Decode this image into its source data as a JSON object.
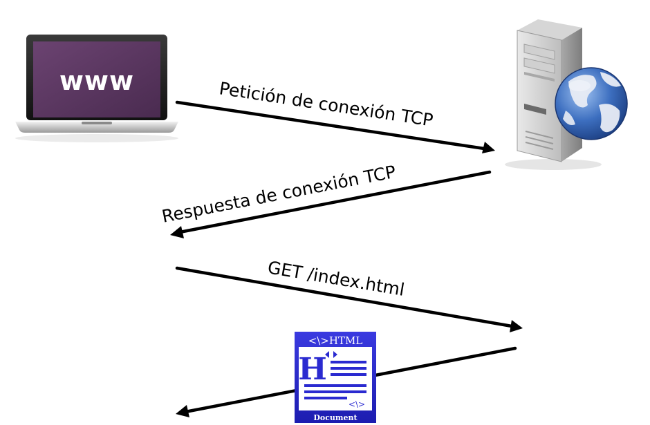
{
  "client": {
    "screen_text": "www",
    "icon": "laptop-icon"
  },
  "server": {
    "icon": "server-with-globe-icon"
  },
  "messages": [
    {
      "label": "Petición de conexión TCP",
      "direction": "client-to-server"
    },
    {
      "label": "Respuesta de conexión TCP",
      "direction": "server-to-client"
    },
    {
      "label": "GET /index.html",
      "direction": "client-to-server"
    },
    {
      "label": "",
      "direction": "server-to-client"
    }
  ],
  "document": {
    "icon": "html-document-icon",
    "header": "<\\>HTML",
    "glyph": "H",
    "mini_tag": "<\\>",
    "footer": "Document"
  },
  "colors": {
    "screen": "#5b3760",
    "arrow": "#000000",
    "document_blue": "#2a2ad0",
    "globe_blue": "#3d6fc0",
    "globe_land": "#e8ecf4"
  }
}
